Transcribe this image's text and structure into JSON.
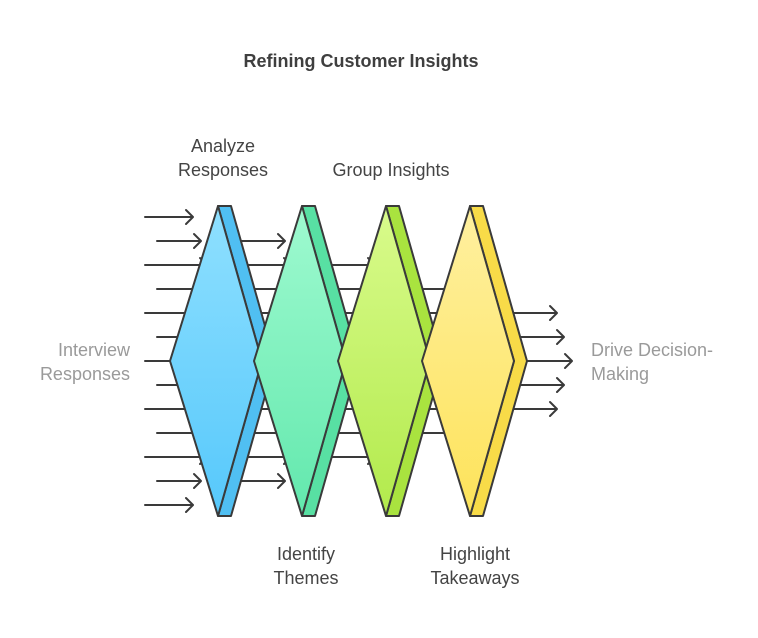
{
  "title": "Refining Customer Insights",
  "input_label": [
    "Interview",
    "Responses"
  ],
  "output_label": [
    "Drive Decision-",
    "Making"
  ],
  "stages": [
    {
      "id": "analyze-responses",
      "label": [
        "Analyze",
        "Responses"
      ],
      "label_position": "top",
      "color": "#6fd3ff",
      "side_color": "#56c4f5"
    },
    {
      "id": "identify-themes",
      "label": [
        "Identify",
        "Themes"
      ],
      "label_position": "bottom",
      "color": "#7ff5c0",
      "side_color": "#60e6a8"
    },
    {
      "id": "group-insights",
      "label": [
        "Group Insights"
      ],
      "label_position": "top",
      "color": "#c9f76a",
      "side_color": "#b4ec4a"
    },
    {
      "id": "highlight-takeaways",
      "label": [
        "Highlight",
        "Takeaways"
      ],
      "label_position": "bottom",
      "color": "#ffe97a",
      "side_color": "#fde257"
    }
  ]
}
